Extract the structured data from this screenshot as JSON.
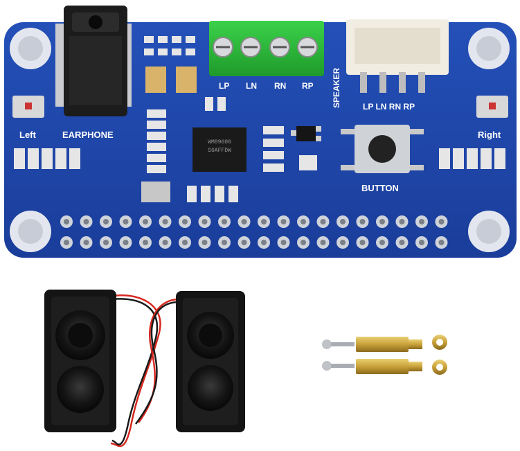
{
  "board": {
    "silkscreen": {
      "left": "Left",
      "earphone": "EARPHONE",
      "right": "Right",
      "button": "BUTTON",
      "speaker": "SPEAKER",
      "terminal_lp": "LP",
      "terminal_ln": "LN",
      "terminal_rn": "RN",
      "terminal_rp": "RP",
      "connector_labels": "LP LN RN RP"
    },
    "chip_marking_line1": "WM8960G",
    "chip_marking_line2": "S6AFFDW"
  },
  "colors": {
    "pcb": "#1f45a8",
    "terminal_block": "#2fbf3a",
    "connector": "#f1ede2",
    "speaker_body": "#111111",
    "brass": "#c9a23a",
    "wire_red": "#d6281f"
  }
}
